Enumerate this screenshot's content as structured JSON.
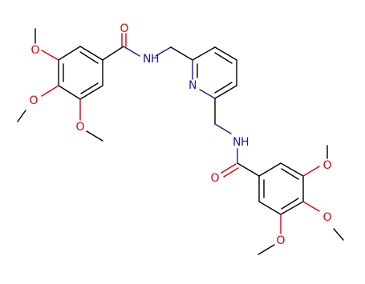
{
  "molecule": {
    "colors": {
      "carbon_bond": "#000000",
      "oxygen": "#e0000a",
      "nitrogen": "#1a1aa6"
    },
    "atom_labels": {
      "amide_o_left": "O",
      "amide_nh_left": "N",
      "amide_nh_left_h": "H",
      "pyridine_n": "N",
      "amide_nh_right": "N",
      "amide_nh_right_h": "H",
      "amide_o_right": "O",
      "ome_o_left_top": "O",
      "ome_o_left_mid": "O",
      "ome_o_left_bottom": "O",
      "ome_o_right_top": "O",
      "ome_o_right_mid": "O",
      "ome_o_right_bottom": "O"
    }
  }
}
